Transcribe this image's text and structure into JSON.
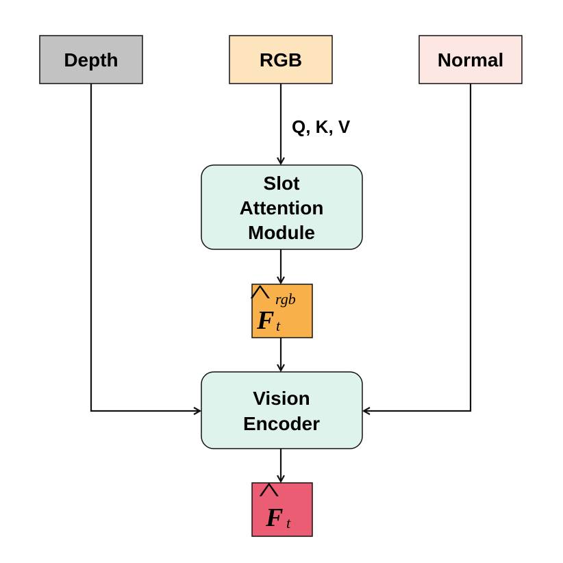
{
  "nodes": {
    "depth": {
      "label": "Depth",
      "fill": "#C2C2C2"
    },
    "rgb": {
      "label": "RGB",
      "fill": "#FEE4BC"
    },
    "normal": {
      "label": "Normal",
      "fill": "#FDE7E3"
    },
    "slot_attention": {
      "label_lines": [
        "Slot",
        "Attention",
        "Module"
      ],
      "fill": "#DDF3EB"
    },
    "f_rgb": {
      "symbol": "F",
      "hat": "^",
      "superscript": "rgb",
      "subscript": "t",
      "fill": "#F7B04A"
    },
    "vision_encoder": {
      "label_lines": [
        "Vision",
        "Encoder"
      ],
      "fill": "#DDF3EB"
    },
    "f_out": {
      "symbol": "F",
      "hat": "^",
      "subscript": "t",
      "fill": "#EA5D73"
    }
  },
  "edge_labels": {
    "rgb_to_slot": "Q, K, V"
  },
  "colors": {
    "stroke": "#111111"
  }
}
